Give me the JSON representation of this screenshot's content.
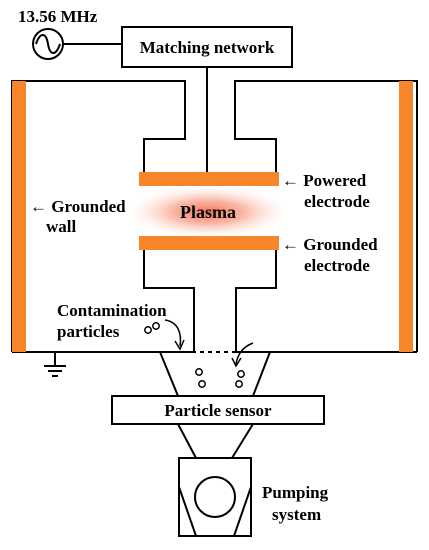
{
  "labels": {
    "frequency": "13.56 MHz",
    "matching_network": "Matching network",
    "grounded_wall": "← Grounded",
    "grounded_wall_2": "wall",
    "powered_electrode": "← Powered",
    "powered_electrode_2": "electrode",
    "plasma": "Plasma",
    "grounded_electrode": "← Grounded",
    "grounded_electrode_2": "electrode",
    "contamination": "Contamination",
    "contamination_2": "particles",
    "particle_sensor": "Particle sensor",
    "pumping": "Pumping",
    "pumping_2": "system"
  },
  "colors": {
    "electrode": "#F7862B",
    "plasma_core": "#F36C4E",
    "outline": "#000000"
  }
}
